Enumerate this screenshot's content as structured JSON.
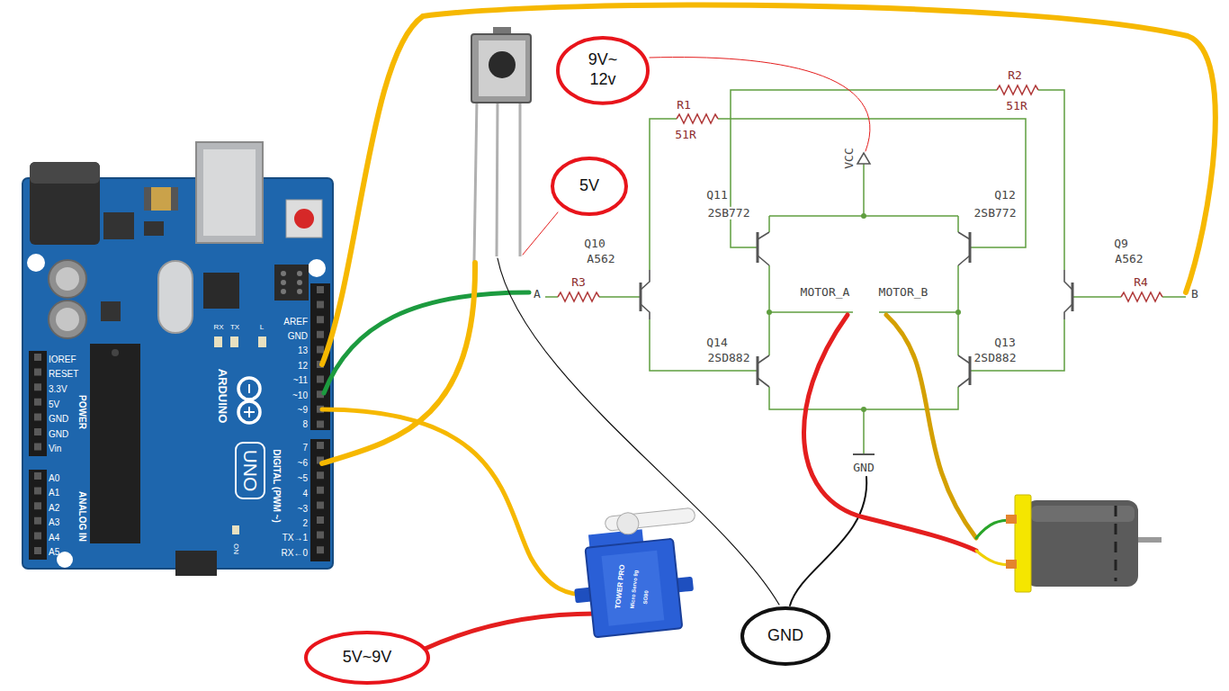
{
  "diagram": {
    "nodes": [
      {
        "text": [
          "9V~ 12v"
        ]
      },
      {
        "text": [
          "5V"
        ]
      },
      {
        "text": [
          "5V~9V"
        ]
      },
      {
        "text": [
          "GND"
        ]
      }
    ],
    "labels": [
      "AREF",
      "GND",
      "13",
      "12",
      "~11",
      "~10",
      "~9",
      "8",
      "7",
      "~6",
      "~5",
      "4",
      "~3",
      "2",
      "TX→1",
      "RX←0",
      "DIGITAL (PWM ~)",
      "IOREF",
      "RESET",
      "3.3V",
      "5V",
      "GND",
      "GND",
      "Vin",
      "POWER",
      "A0",
      "A1",
      "A2",
      "A3",
      "A4",
      "A5",
      "ANALOG IN",
      "ARDUINO",
      "UNO",
      "RX",
      "TX",
      "L",
      "ON",
      "R1",
      "51R",
      "R2",
      "51R",
      "VCC",
      "Q11",
      "2SB772",
      "Q12",
      "2SB772",
      "Q10",
      "A562",
      "Q9",
      "A562",
      "R3",
      "R4",
      "A",
      "B",
      "MOTOR_A",
      "MOTOR_B",
      "Q14",
      "2SD882",
      "Q13",
      "2SD882",
      "GND",
      "TOWER PRO",
      "Micro Servo 9g",
      "SG90"
    ]
  }
}
